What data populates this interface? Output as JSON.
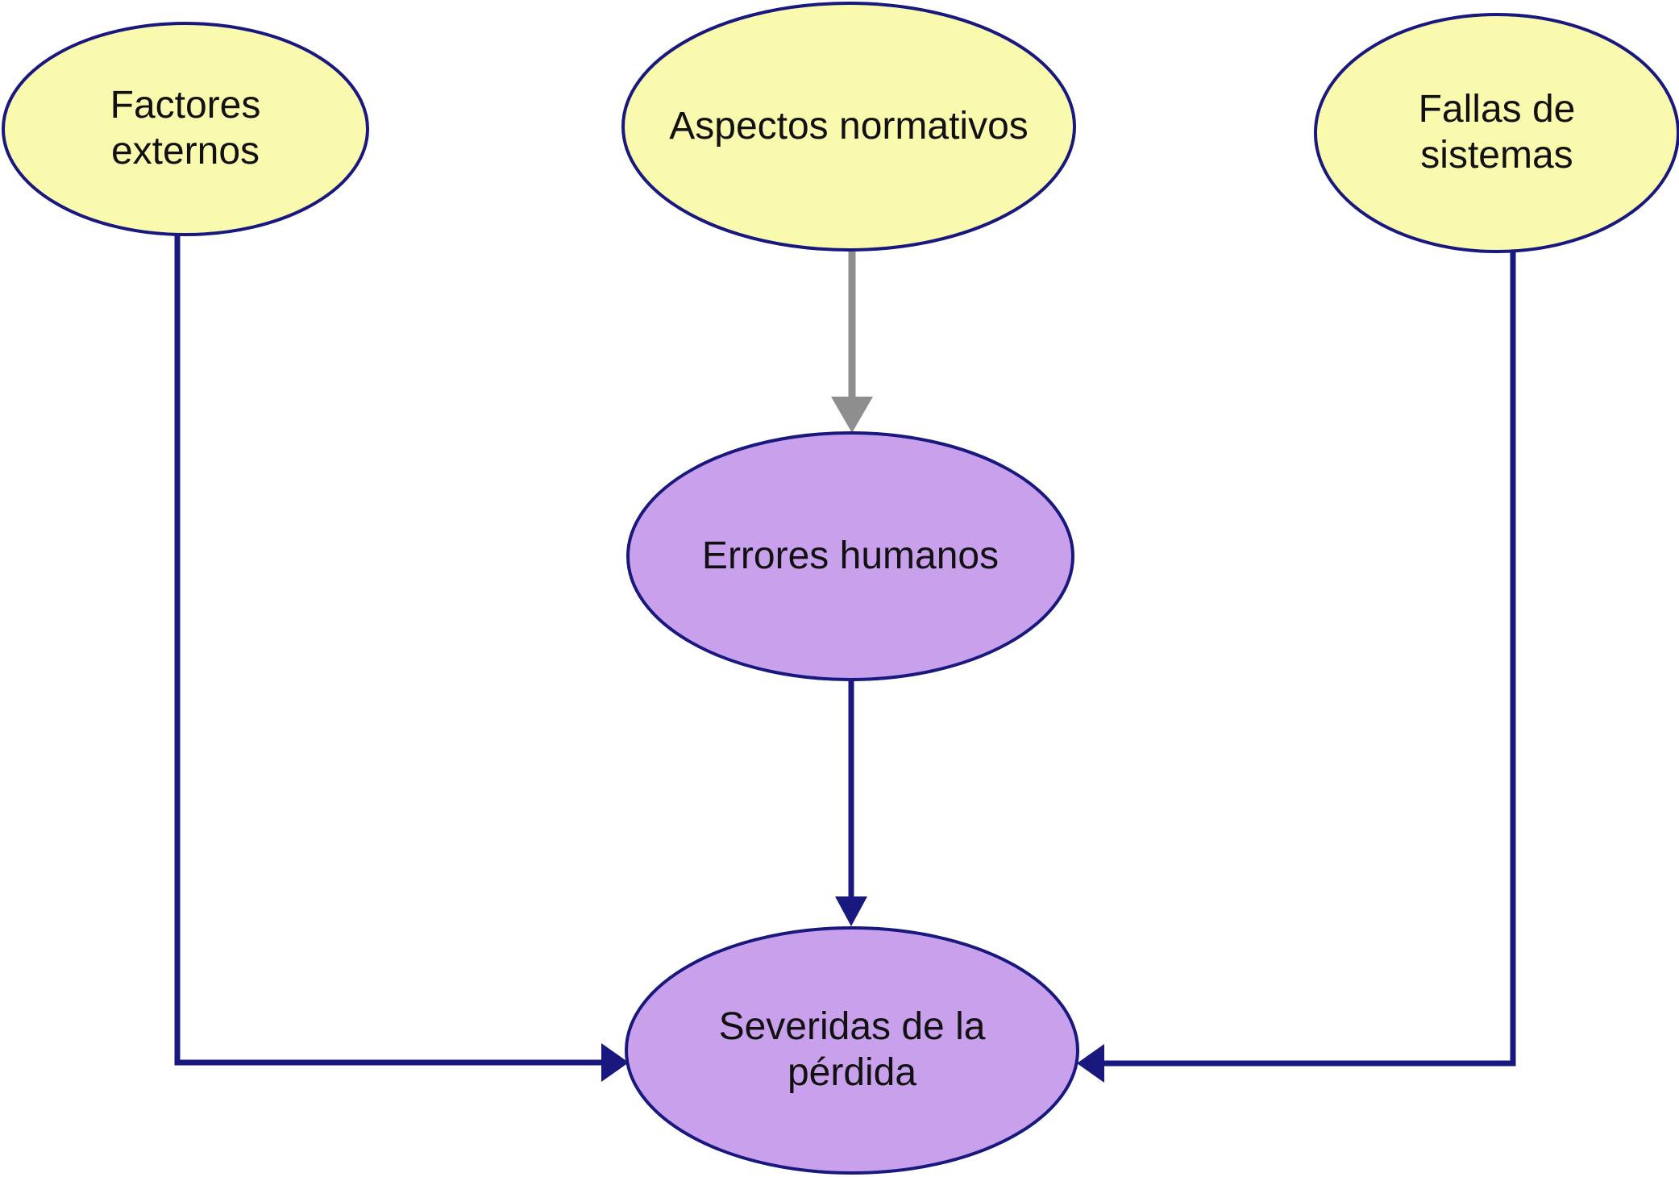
{
  "diagram": {
    "background_color": "#ffffff",
    "node_border_color": "#18187e",
    "text_color": "#111111",
    "nodes": [
      {
        "id": "factores-externos",
        "label": "Factores\nexternos",
        "fill": "#fafaae",
        "shape": "ellipse"
      },
      {
        "id": "aspectos-normativos",
        "label": "Aspectos normativos",
        "fill": "#fafaae",
        "shape": "ellipse"
      },
      {
        "id": "fallas-de-sistemas",
        "label": "Fallas de\nsistemas",
        "fill": "#fafaae",
        "shape": "ellipse"
      },
      {
        "id": "errores-humanos",
        "label": "Errores humanos",
        "fill": "#c8a0eb",
        "shape": "ellipse"
      },
      {
        "id": "severidas-de-la-perdida",
        "label": "Severidas de la\npérdida",
        "fill": "#c8a0eb",
        "shape": "ellipse"
      }
    ],
    "edges": [
      {
        "from": "aspectos-normativos",
        "to": "errores-humanos",
        "color": "#8e8e8e",
        "style": "straight-down"
      },
      {
        "from": "errores-humanos",
        "to": "severidas-de-la-perdida",
        "color": "#18187e",
        "style": "straight-down"
      },
      {
        "from": "factores-externos",
        "to": "severidas-de-la-perdida",
        "color": "#18187e",
        "style": "elbow-right"
      },
      {
        "from": "fallas-de-sistemas",
        "to": "severidas-de-la-perdida",
        "color": "#18187e",
        "style": "elbow-left"
      }
    ]
  }
}
